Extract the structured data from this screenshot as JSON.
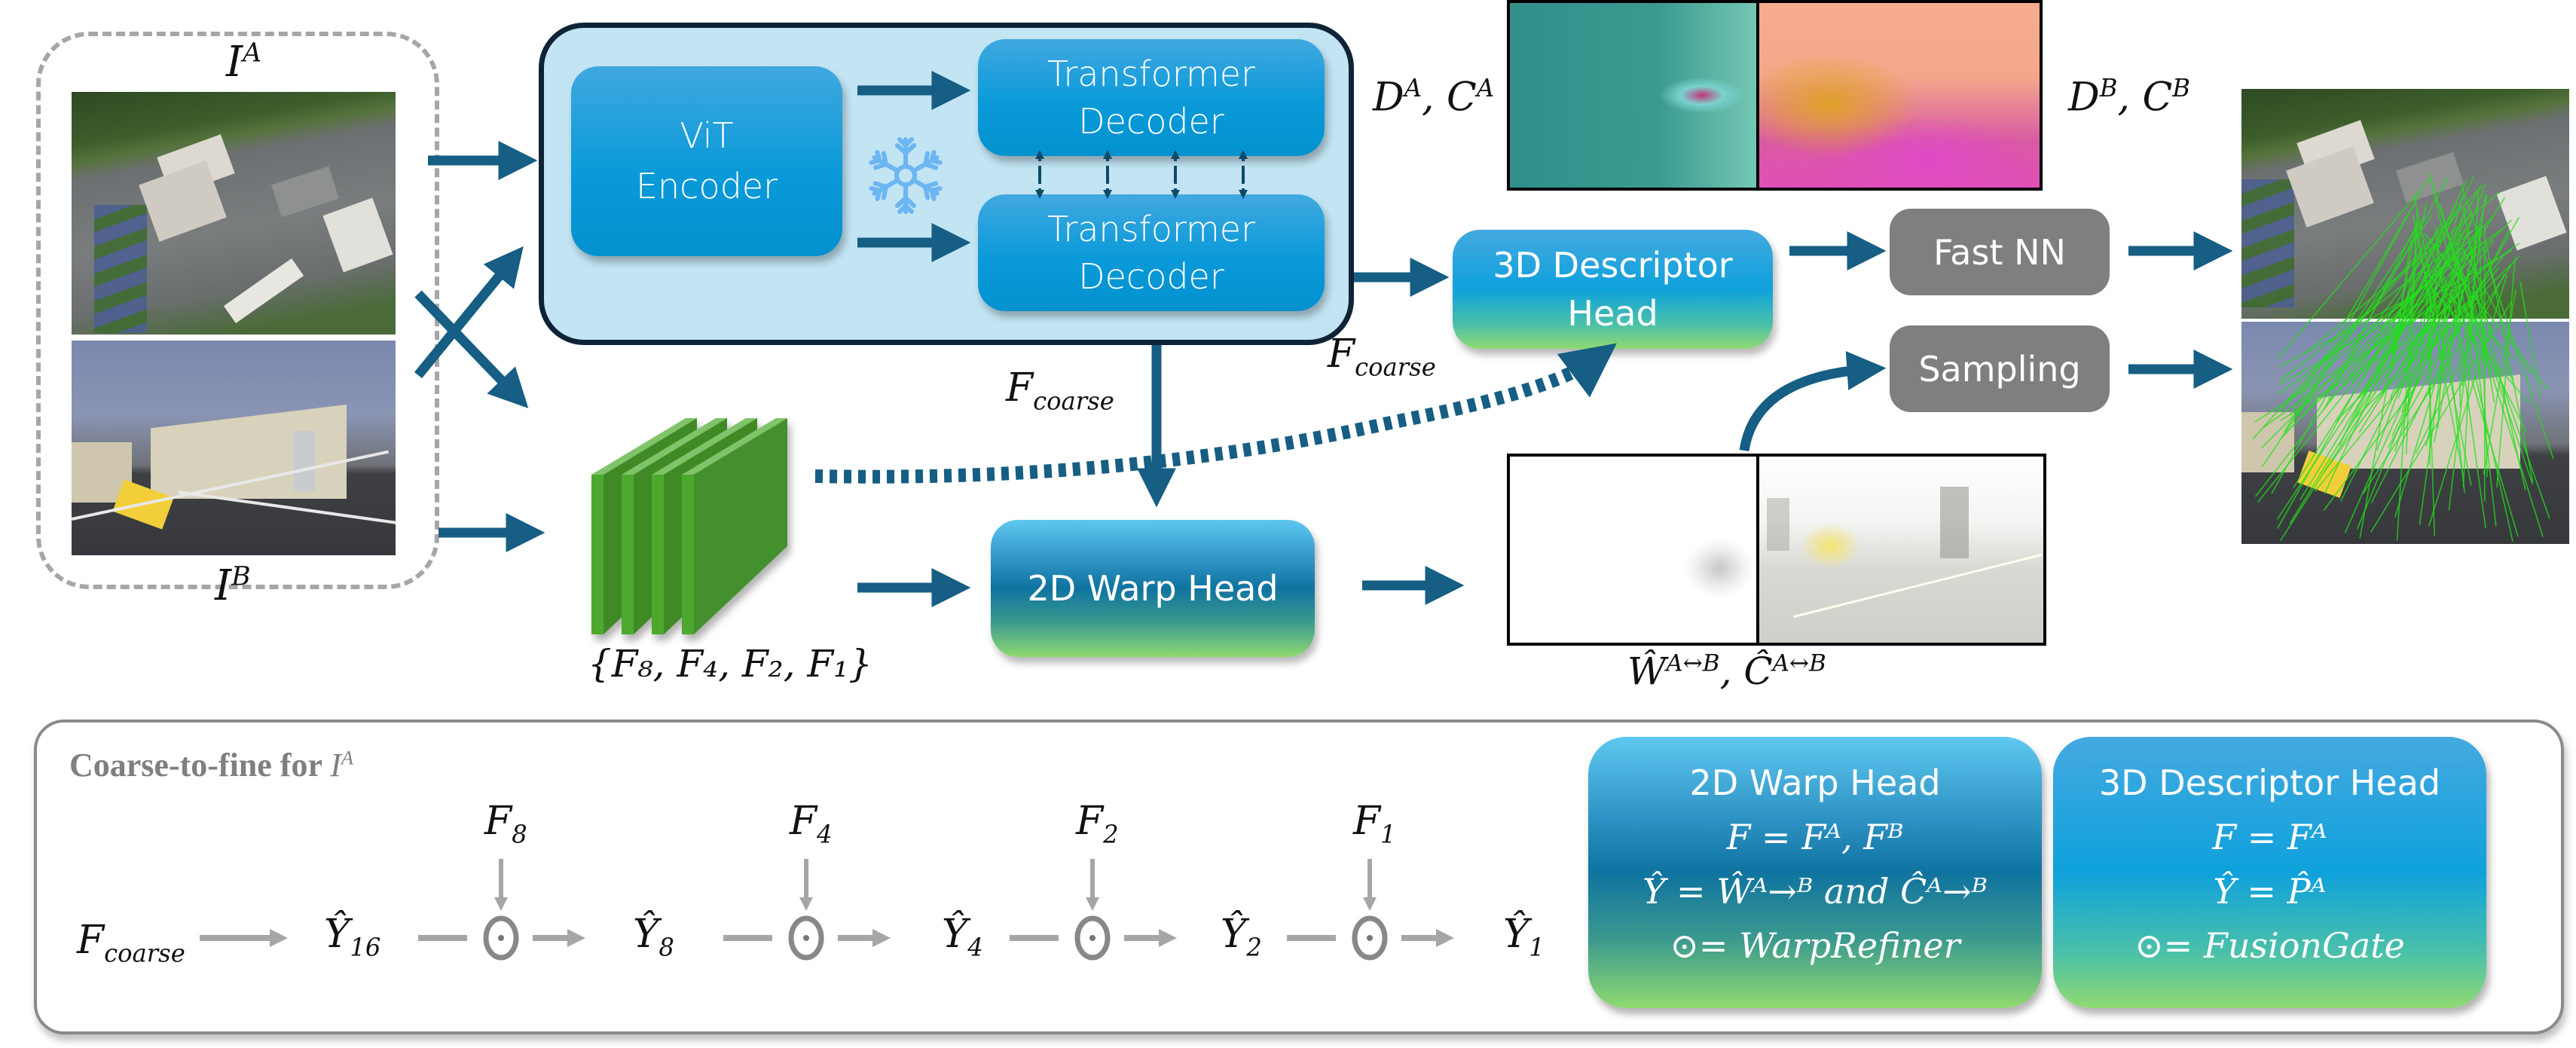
{
  "diagram": {
    "inputs": {
      "image_a_label": {
        "base": "I",
        "sup": "A"
      },
      "image_b_label": {
        "base": "I",
        "sup": "B"
      },
      "image_a_desc": "aerial photo of industrial site with solar panels",
      "image_b_desc": "ground-level photo of building and parking lot"
    },
    "encoder_block": {
      "vit_encoder": [
        "ViT",
        "Encoder"
      ],
      "decoder_top": [
        "Transformer",
        "Decoder"
      ],
      "decoder_bottom": [
        "Transformer",
        "Decoder"
      ],
      "frozen_icon": "snowflake-icon"
    },
    "descriptor_maps": {
      "label_a": {
        "base": "D",
        "sup": "A",
        "base2": "C",
        "sup2": "A"
      },
      "label_b": {
        "base": "D",
        "sup": "B",
        "base2": "C",
        "sup2": "B"
      }
    },
    "descriptor_head": [
      "3D Descriptor",
      "Head"
    ],
    "f_coarse_right": {
      "base": "F",
      "sub": "coarse"
    },
    "f_coarse_mid": {
      "base": "F",
      "sub": "coarse"
    },
    "fast_nn": "Fast NN",
    "sampling": "Sampling",
    "feature_pyramid_label": "{F₈, F₄, F₂, F₁}",
    "warp_head": "2D Warp Head",
    "warp_label": "Ŵ^{A↔B}, Ĉ^{A↔B}",
    "output_desc": "matched image pair with green correspondence lines"
  },
  "coarse_to_fine": {
    "title": "Coarse-to-fine for ",
    "title_math": {
      "base": "I",
      "sup": "A"
    },
    "start": {
      "base": "F",
      "sub": "coarse"
    },
    "stages": [
      {
        "feature": "8",
        "output": "16",
        "next": "8"
      },
      {
        "feature": "4",
        "output": "8",
        "next": "4"
      },
      {
        "feature": "2",
        "output": "4",
        "next": "2"
      },
      {
        "feature": "1",
        "output": "2",
        "next": "1"
      }
    ],
    "y_labels": [
      "16",
      "8",
      "4",
      "2",
      "1"
    ],
    "operator_symbol": "⊙"
  },
  "legend": {
    "warp_head": {
      "title": "2D Warp Head",
      "line1": "F = Fᴬ, Fᴮ",
      "line2": "Ŷ = Ŵᴬ→ᴮ and Ĉᴬ→ᴮ",
      "line3": "⊙= WarpRefiner"
    },
    "descriptor_head": {
      "title": "3D Descriptor Head",
      "line1": "F = Fᴬ",
      "line2": "Ŷ = P̂ᴬ",
      "line3": "⊙= FusionGate"
    }
  },
  "colors": {
    "arrow": "#165e83",
    "gray_arrow": "#a6a6a6",
    "gray_box": "#7f7f7f",
    "encoder_bg": "#c2e4f3",
    "encoder_border": "#0e2436",
    "match_lines": "#22e01a"
  }
}
